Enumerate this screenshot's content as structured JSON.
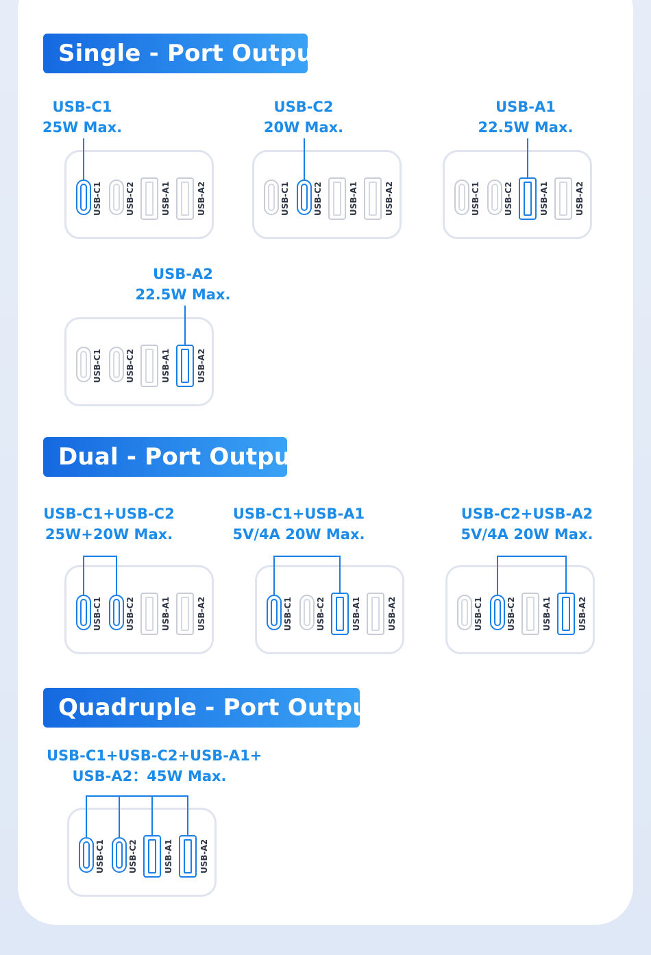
{
  "sections": [
    {
      "title": "Single - Port Output"
    },
    {
      "title": "Dual - Port Output"
    },
    {
      "title": "Quadruple - Port Output"
    }
  ],
  "port_labels": [
    "USB-C1",
    "USB-C2",
    "USB-A1",
    "USB-A2"
  ],
  "accent_color": "#1a7fe6",
  "diagrams": [
    {
      "line1": "USB-C1",
      "line2": "25W Max.",
      "active": [
        "USB-C1"
      ]
    },
    {
      "line1": "USB-C2",
      "line2": "20W Max.",
      "active": [
        "USB-C2"
      ]
    },
    {
      "line1": "USB-A1",
      "line2": "22.5W Max.",
      "active": [
        "USB-A1"
      ]
    },
    {
      "line1": "USB-A2",
      "line2": "22.5W Max.",
      "active": [
        "USB-A2"
      ]
    },
    {
      "line1": "USB-C1+USB-C2",
      "line2": "25W+20W Max.",
      "active": [
        "USB-C1",
        "USB-C2"
      ]
    },
    {
      "line1": "USB-C1+USB-A1",
      "line2": "5V/4A 20W Max.",
      "active": [
        "USB-C1",
        "USB-A1"
      ]
    },
    {
      "line1": "USB-C2+USB-A2",
      "line2": "5V/4A 20W Max.",
      "active": [
        "USB-C2",
        "USB-A2"
      ]
    },
    {
      "line1": "USB-C1+USB-C2+USB-A1+",
      "line2": "USB-A2：45W Max.",
      "active": [
        "USB-C1",
        "USB-C2",
        "USB-A1",
        "USB-A2"
      ]
    }
  ]
}
